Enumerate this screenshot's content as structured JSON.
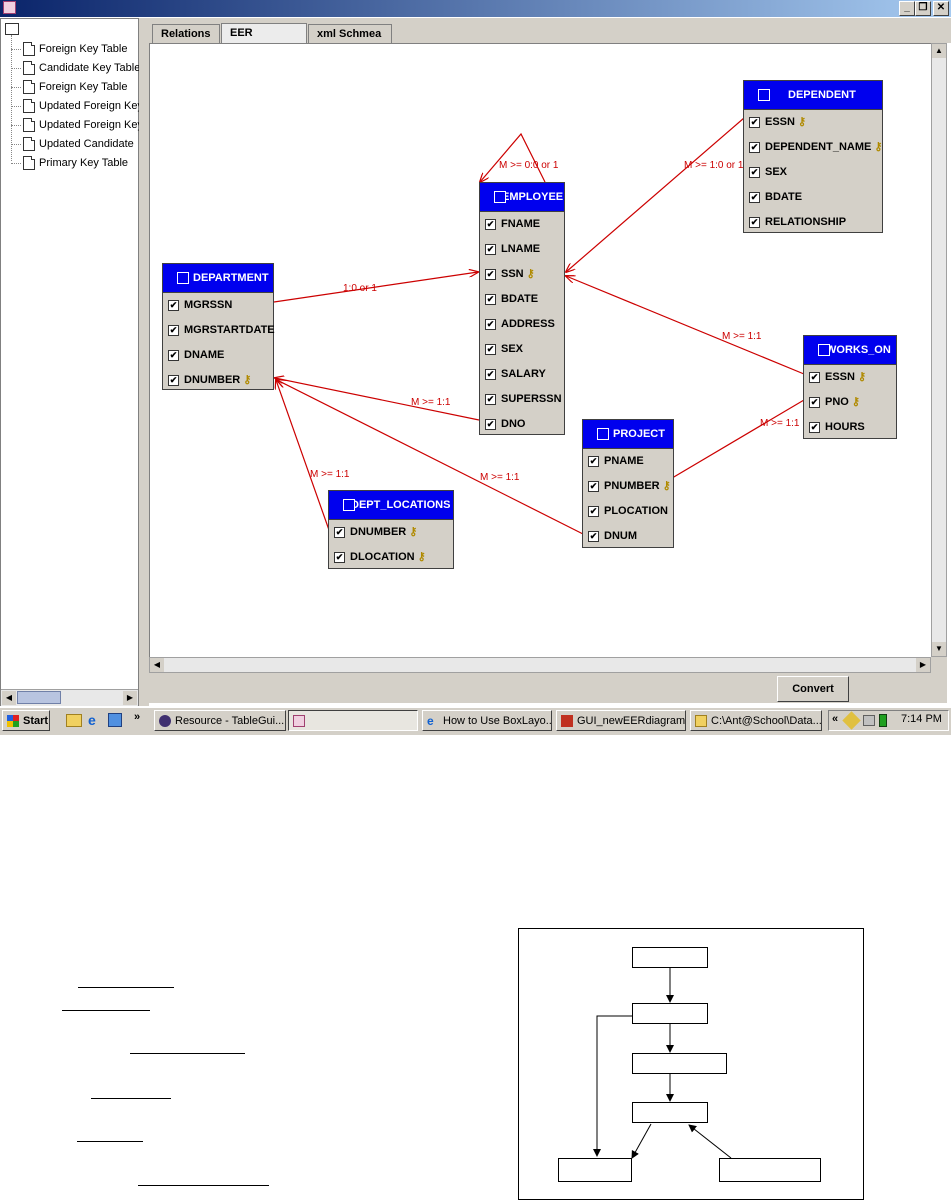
{
  "window": {
    "minimize": "_",
    "maximize": "❐",
    "close": "✕"
  },
  "tree": {
    "items": [
      "Foreign Key Table",
      "Candidate Key Table",
      "Foreign Key Table",
      "Updated Foreign Key",
      "Updated Foreign Key",
      "Updated Candidate",
      "Primary Key Table"
    ]
  },
  "tabs": [
    "Relations",
    "EER diagram",
    "xml Schmea"
  ],
  "active_tab": "EER diagram",
  "entities": {
    "department": {
      "name": "DEPARTMENT",
      "attrs": [
        "MGRSSN",
        "MGRSTARTDATE",
        "DNAME",
        "DNUMBER"
      ],
      "keys": [
        false,
        false,
        false,
        true
      ]
    },
    "employee": {
      "name": "EMPLOYEE",
      "attrs": [
        "FNAME",
        "LNAME",
        "SSN",
        "BDATE",
        "ADDRESS",
        "SEX",
        "SALARY",
        "SUPERSSN",
        "DNO"
      ],
      "keys": [
        false,
        false,
        true,
        false,
        false,
        false,
        false,
        false,
        false
      ]
    },
    "dependent": {
      "name": "DEPENDENT",
      "attrs": [
        "ESSN",
        "DEPENDENT_NAME",
        "SEX",
        "BDATE",
        "RELATIONSHIP"
      ],
      "keys": [
        true,
        true,
        false,
        false,
        false
      ]
    },
    "works_on": {
      "name": "WORKS_ON",
      "attrs": [
        "ESSN",
        "PNO",
        "HOURS"
      ],
      "keys": [
        true,
        true,
        false
      ]
    },
    "project": {
      "name": "PROJECT",
      "attrs": [
        "PNAME",
        "PNUMBER",
        "PLOCATION",
        "DNUM"
      ],
      "keys": [
        false,
        true,
        false,
        false
      ]
    },
    "dept_locations": {
      "name": "DEPT_LOCATIONS",
      "attrs": [
        "DNUMBER",
        "DLOCATION"
      ],
      "keys": [
        true,
        true
      ]
    }
  },
  "relationship_labels": {
    "emp_self": "M >= 0:0 or 1",
    "dep_emp": "M >= 1:0 or 1",
    "dept_emp": "1:0 or 1",
    "works_emp": "M >= 1:1",
    "emp_dept": "M >= 1:1",
    "works_proj": "M >= 1:1",
    "loc_dept": "M >= 1:1",
    "proj_dept": "M >= 1:1"
  },
  "convert_button": "Convert",
  "taskbar": {
    "start": "Start",
    "chevron": "»",
    "tasks": [
      "Resource - TableGui....",
      "",
      "How to Use BoxLayo...",
      "GUI_newEERdiagram...",
      "C:\\Ant@School\\Data..."
    ],
    "tray_chevron": "«",
    "clock": "7:14 PM"
  },
  "colors": {
    "entity_header": "#0000ee",
    "relationship_line": "#cc0000",
    "titlebar": "#0a246a"
  }
}
